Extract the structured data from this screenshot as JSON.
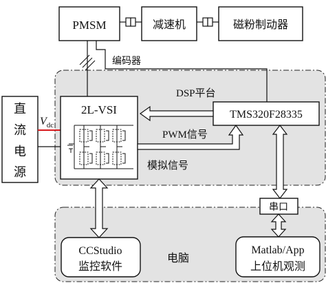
{
  "blocks": {
    "pmsm": "PMSM",
    "gearbox": "减速机",
    "brake": "磁粉制动器",
    "encoder": "编码器",
    "dc_source": [
      "直",
      "流",
      "电",
      "源"
    ],
    "vdc_main": "V",
    "vdc_sub": "dc",
    "inverter": "2L-VSI",
    "dsp_chip": "TMS320F28335",
    "serial_port": "串口",
    "ccs_line1": "CCStudio",
    "ccs_line2": "监控软件",
    "matlab_line1": "Matlab/App",
    "matlab_line2": "上位机观测"
  },
  "labels": {
    "dsp_platform": "DSP平台",
    "pwm_signal": "PWM信号",
    "analog_signal": "模拟信号",
    "computer": "电脑"
  },
  "colors": {
    "region_fill": "#e3e3e3",
    "line": "#111111",
    "vdc_line": "#d7191c"
  }
}
